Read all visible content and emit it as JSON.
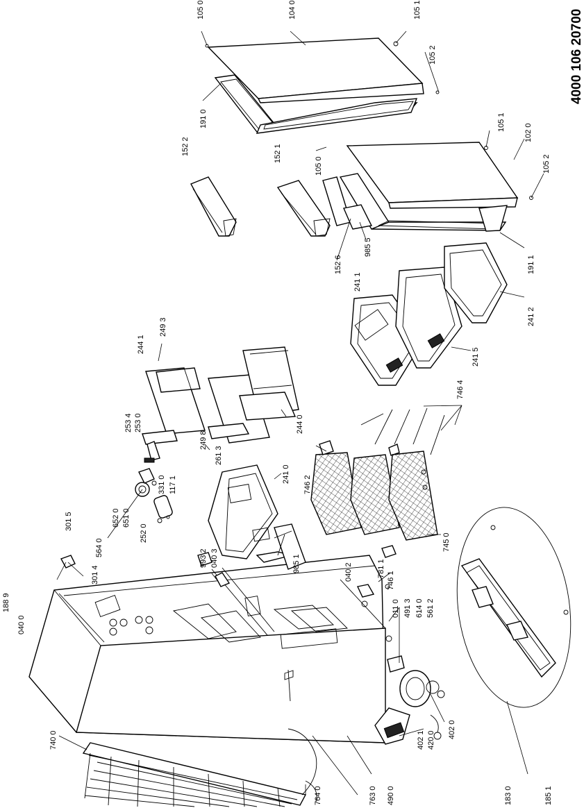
{
  "document_code": "4000 106 20700",
  "labels": [
    "105 0",
    "104 0",
    "105 1",
    "105 2",
    "191 0",
    "152 2",
    "152 1",
    "105 0",
    "105 1",
    "102 0",
    "105 2",
    "152 6",
    "985 5",
    "191 1",
    "241 1",
    "241 2",
    "241 5",
    "746 4",
    "244 1",
    "249 3",
    "253 4",
    "253 0",
    "249 8",
    "261 3",
    "244 0",
    "241 0",
    "746 2",
    "745 0",
    "301 5",
    "564 0",
    "652 0",
    "651 0",
    "252 0",
    "331 0",
    "117 1",
    "993 2",
    "040 3",
    "985 1",
    "040 2",
    "781 1",
    "746 1",
    "188 9",
    "040 0",
    "301 4",
    "011 0",
    "491 3",
    "614 0",
    "561 2",
    "740 0",
    "764 0",
    "763 0",
    "490 0",
    "402 1",
    "420 0",
    "402 0",
    "183 0",
    "185 1"
  ]
}
